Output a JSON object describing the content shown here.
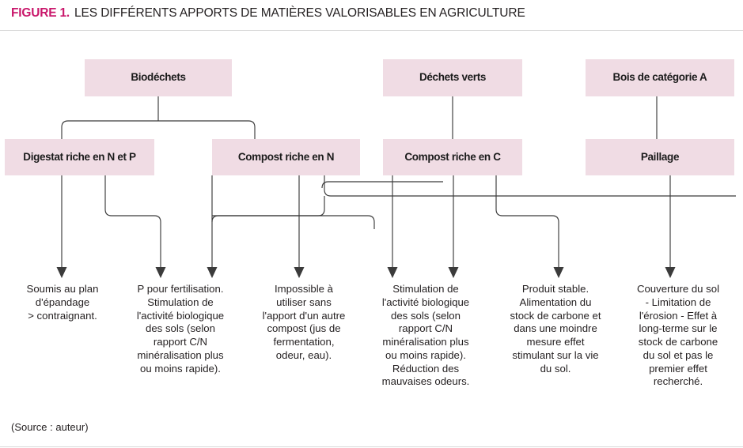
{
  "figure": {
    "label": "FIGURE 1.",
    "title": "LES DIFFÉRENTS APPORTS DE MATIÈRES VALORISABLES EN AGRICULTURE",
    "source": "(Source : auteur)",
    "accent_color": "#c9176b",
    "box_fill": "#f0dce4",
    "connector_color": "#3b3b3b",
    "text_color": "#231f20"
  },
  "sources_row": [
    {
      "id": "biodechets",
      "label": "Biodéchets"
    },
    {
      "id": "dechets-verts",
      "label": "Déchets verts"
    },
    {
      "id": "bois-categorie-a",
      "label": "Bois de catégorie A"
    }
  ],
  "products_row": [
    {
      "id": "digestat",
      "label": "Digestat riche en N et P"
    },
    {
      "id": "compost-n",
      "label": "Compost riche en N"
    },
    {
      "id": "compost-c",
      "label": "Compost riche en C"
    },
    {
      "id": "paillage",
      "label": "Paillage"
    }
  ],
  "effects_row": [
    {
      "id": "effect-1",
      "text": "Soumis au plan\nd'épandage\n> contraignant."
    },
    {
      "id": "effect-2",
      "text": "P pour fertilisation.\nStimulation de\nl'activité biologique\ndes sols (selon\nrapport C/N\nminéralisation plus\nou moins rapide)."
    },
    {
      "id": "effect-3",
      "text": "Impossible à\nutiliser sans\nl'apport d'un autre\ncompost (jus de\nfermentation,\nodeur, eau)."
    },
    {
      "id": "effect-4",
      "text": "Stimulation de\nl'activité biologique\ndes sols (selon\nrapport C/N\nminéralisation plus\nou moins rapide).\nRéduction des\nmauvaises odeurs."
    },
    {
      "id": "effect-5",
      "text": "Produit stable.\nAlimentation du\nstock de carbone et\ndans une moindre\nmesure effet\nstimulant sur la vie\ndu sol."
    },
    {
      "id": "effect-6",
      "text": "Couverture du sol\n- Limitation de\nl'érosion - Effet à\nlong-terme sur le\nstock de carbone\ndu sol et pas le\npremier effet\nrecherché."
    }
  ]
}
